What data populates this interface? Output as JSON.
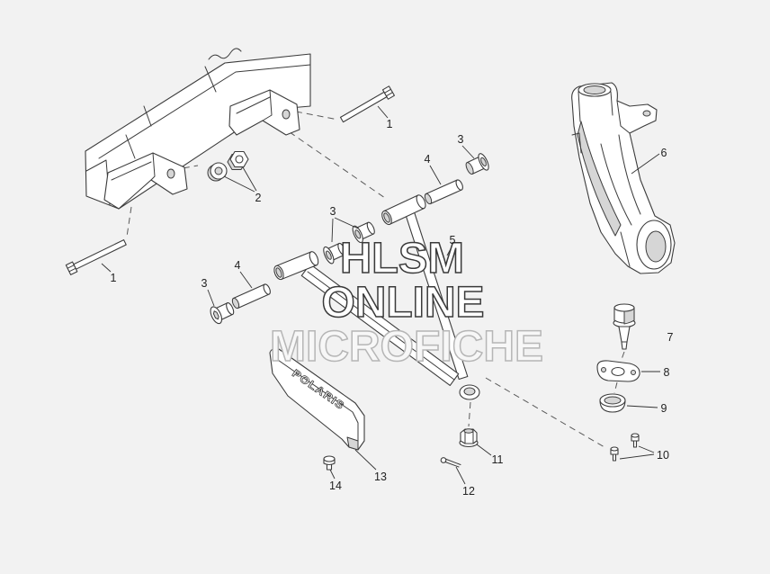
{
  "colors": {
    "background": "#f2f2f2",
    "line": "#3c3c3c",
    "shade": "#d6d6d6",
    "watermark_dark": "#3a3a3a",
    "watermark_light": "#b6b6b6"
  },
  "watermark": {
    "line1": "HLSM",
    "line2": "ONLINE",
    "line3": "MICROFICHE"
  },
  "logo": {
    "text": "POLARIS"
  },
  "callouts": {
    "bolt_upper": "1",
    "bushing_upper": "3",
    "sleeve_upper": "4",
    "spindle": "6",
    "nuts": "2",
    "bushings_middle": "3",
    "a_arm": "5",
    "bolt_lower": "1",
    "sleeve_lower": "4",
    "bushing_lower": "3",
    "ball_joint": "7",
    "plate": "8",
    "cap": "9",
    "screws": "10",
    "nut": "11",
    "skid_plate": "13",
    "bolt_small": "14",
    "cotter_pin": "12"
  }
}
